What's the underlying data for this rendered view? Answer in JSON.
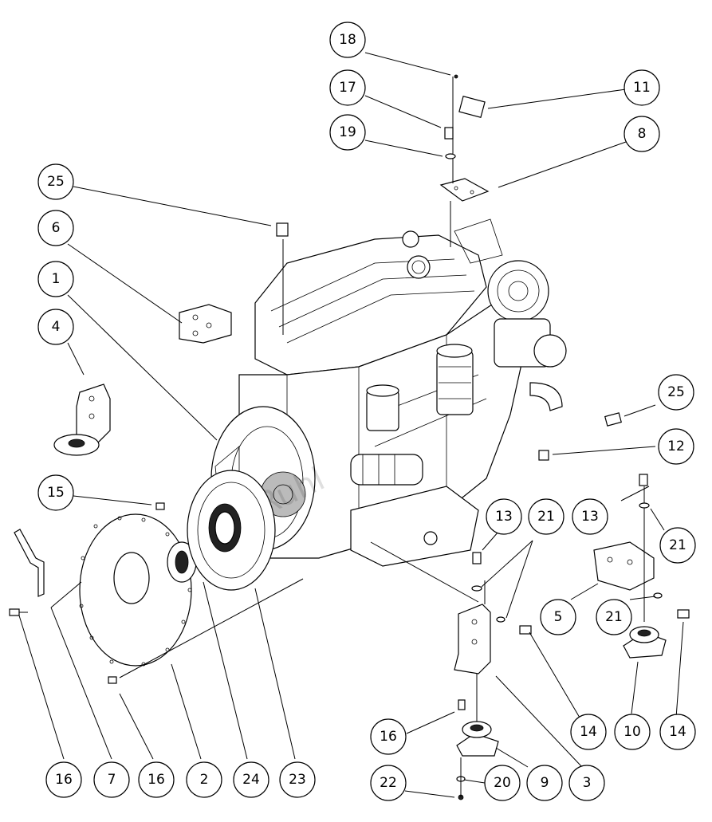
{
  "watermark": "Ruhl",
  "callouts": [
    {
      "id": "c18",
      "label": "18"
    },
    {
      "id": "c17",
      "label": "17"
    },
    {
      "id": "c19",
      "label": "19"
    },
    {
      "id": "c11",
      "label": "11"
    },
    {
      "id": "c8",
      "label": "8"
    },
    {
      "id": "c25a",
      "label": "25"
    },
    {
      "id": "c6",
      "label": "6"
    },
    {
      "id": "c1",
      "label": "1"
    },
    {
      "id": "c4",
      "label": "4"
    },
    {
      "id": "c25b",
      "label": "25"
    },
    {
      "id": "c12",
      "label": "12"
    },
    {
      "id": "c15",
      "label": "15"
    },
    {
      "id": "c13a",
      "label": "13"
    },
    {
      "id": "c21a",
      "label": "21"
    },
    {
      "id": "c13b",
      "label": "13"
    },
    {
      "id": "c21b",
      "label": "21"
    },
    {
      "id": "c5",
      "label": "5"
    },
    {
      "id": "c21c",
      "label": "21"
    },
    {
      "id": "c14a",
      "label": "14"
    },
    {
      "id": "c10",
      "label": "10"
    },
    {
      "id": "c14b",
      "label": "14"
    },
    {
      "id": "c16a",
      "label": "16"
    },
    {
      "id": "c16b",
      "label": "16"
    },
    {
      "id": "c7",
      "label": "7"
    },
    {
      "id": "c16c",
      "label": "16"
    },
    {
      "id": "c2",
      "label": "2"
    },
    {
      "id": "c24",
      "label": "24"
    },
    {
      "id": "c23",
      "label": "23"
    },
    {
      "id": "c22",
      "label": "22"
    },
    {
      "id": "c20",
      "label": "20"
    },
    {
      "id": "c9",
      "label": "9"
    },
    {
      "id": "c3",
      "label": "3"
    }
  ]
}
